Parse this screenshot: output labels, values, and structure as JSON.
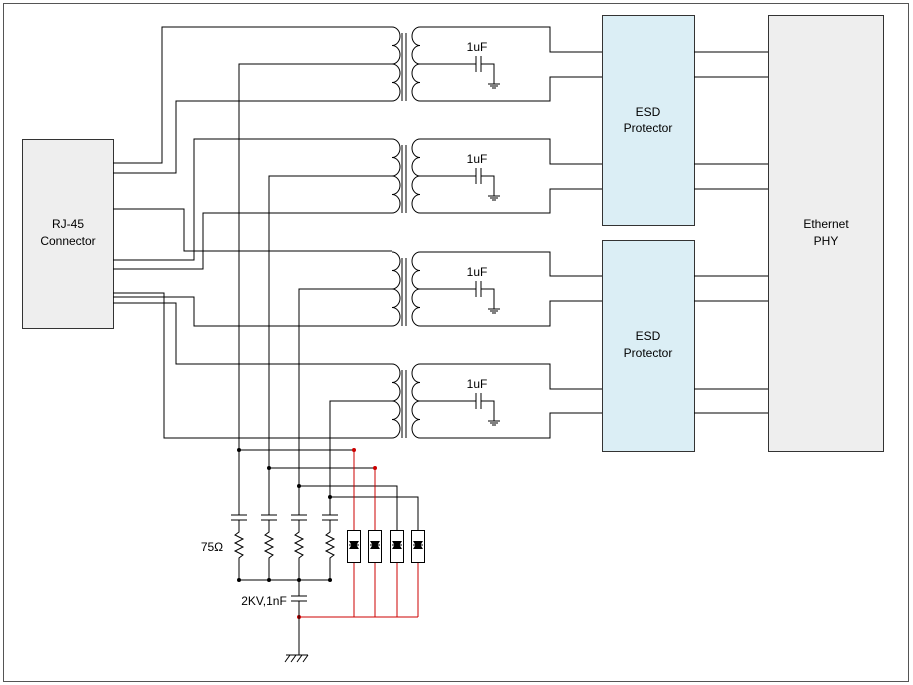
{
  "diagram": {
    "rj45": {
      "line1": "RJ-45",
      "line2": "Connector"
    },
    "esd_top": {
      "line1": "ESD",
      "line2": "Protector"
    },
    "esd_bottom": {
      "line1": "ESD",
      "line2": "Protector"
    },
    "phy": {
      "line1": "Ethernet",
      "line2": "PHY"
    },
    "cap_labels": [
      "1uF",
      "1uF",
      "1uF",
      "1uF"
    ],
    "resistor_label": "75Ω",
    "hv_cap_label": "2KV,1nF"
  },
  "colors": {
    "wire": "#000000",
    "tvs_wire": "#cc0000",
    "esd_fill": "#dbeef5",
    "block_fill": "#eeeeee"
  }
}
